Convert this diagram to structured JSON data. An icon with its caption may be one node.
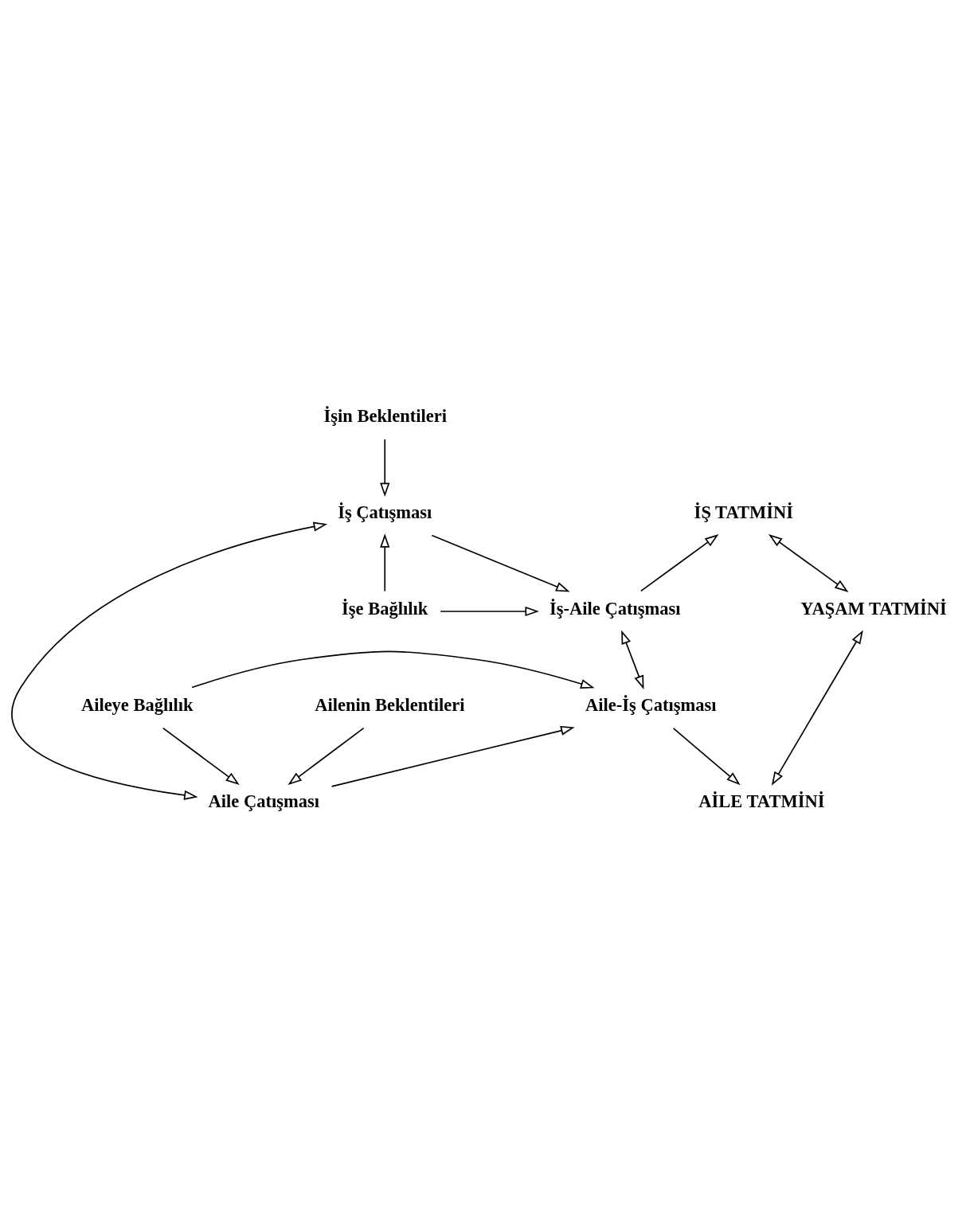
{
  "diagram": {
    "nodes": [
      {
        "text": [
          "İşin Beklentileri"
        ]
      },
      {
        "text": [
          "İş Çatışması"
        ]
      },
      {
        "text": [
          "İŞ TATMİNİ"
        ]
      },
      {
        "text": [
          "İşe Bağlılık"
        ]
      },
      {
        "text": [
          "İş-Aile Çatışması"
        ]
      },
      {
        "text": [
          "YAŞAM TATMİNİ"
        ]
      },
      {
        "text": [
          "Aileye Bağlılık"
        ]
      },
      {
        "text": [
          "Aile-İş Çatışması"
        ]
      },
      {
        "text": [
          "Aile Çatışması"
        ]
      },
      {
        "text": [
          "AİLE TATMİNİ"
        ]
      },
      {
        "text": [
          "Ailenin Beklentileri"
        ]
      }
    ],
    "edges": [
      {
        "from": 0,
        "to": 1,
        "arrow": "to"
      },
      {
        "from": 3,
        "to": 1,
        "arrow": "to"
      },
      {
        "from": 1,
        "to": 4,
        "arrow": "to"
      },
      {
        "from": 4,
        "to": 2,
        "arrow": "to"
      },
      {
        "from": 1,
        "to": 8,
        "arrow": "both"
      },
      {
        "from": 3,
        "to": 4,
        "arrow": "to"
      },
      {
        "from": 2,
        "to": 5,
        "arrow": "both"
      },
      {
        "from": 4,
        "to": 7,
        "arrow": "both"
      },
      {
        "from": 6,
        "to": 7,
        "arrow": "to"
      },
      {
        "from": 5,
        "to": 9,
        "arrow": "both"
      },
      {
        "from": 6,
        "to": 8,
        "arrow": "to"
      },
      {
        "from": 8,
        "to": 7,
        "arrow": "to"
      },
      {
        "from": 7,
        "to": 9,
        "arrow": "to"
      },
      {
        "from": 10,
        "to": 8,
        "arrow": "to"
      }
    ]
  }
}
